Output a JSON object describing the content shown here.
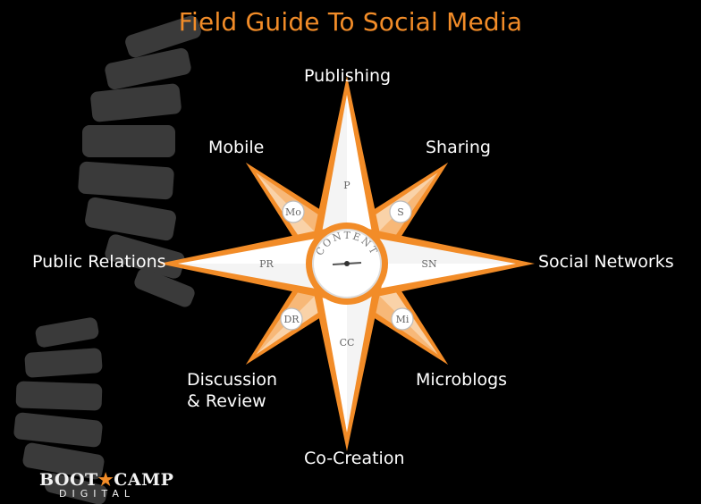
{
  "title": "Field Guide To Social Media",
  "compass": {
    "center_label": "CONTENT",
    "points": [
      {
        "key": "publishing",
        "label": "Publishing",
        "abbr": "P"
      },
      {
        "key": "sharing",
        "label": "Sharing",
        "abbr": "S"
      },
      {
        "key": "social-networks",
        "label": "Social Networks",
        "abbr": "SN"
      },
      {
        "key": "microblogs",
        "label": "Microblogs",
        "abbr": "Mi"
      },
      {
        "key": "co-creation",
        "label": "Co-Creation",
        "abbr": "CC"
      },
      {
        "key": "discussion-review",
        "label": "Discussion\n& Review",
        "label_line1": "Discussion",
        "label_line2": "& Review",
        "abbr": "DR"
      },
      {
        "key": "public-relations",
        "label": "Public Relations",
        "abbr": "PR"
      },
      {
        "key": "mobile",
        "label": "Mobile",
        "abbr": "Mo"
      }
    ]
  },
  "logo": {
    "line1_a": "BOOT",
    "line1_b": "CAMP",
    "line2": "DIGITAL"
  },
  "colors": {
    "accent": "#f28c28",
    "light_orange": "#f7b878",
    "background": "#000000",
    "footprint": "#3a3a3a"
  }
}
